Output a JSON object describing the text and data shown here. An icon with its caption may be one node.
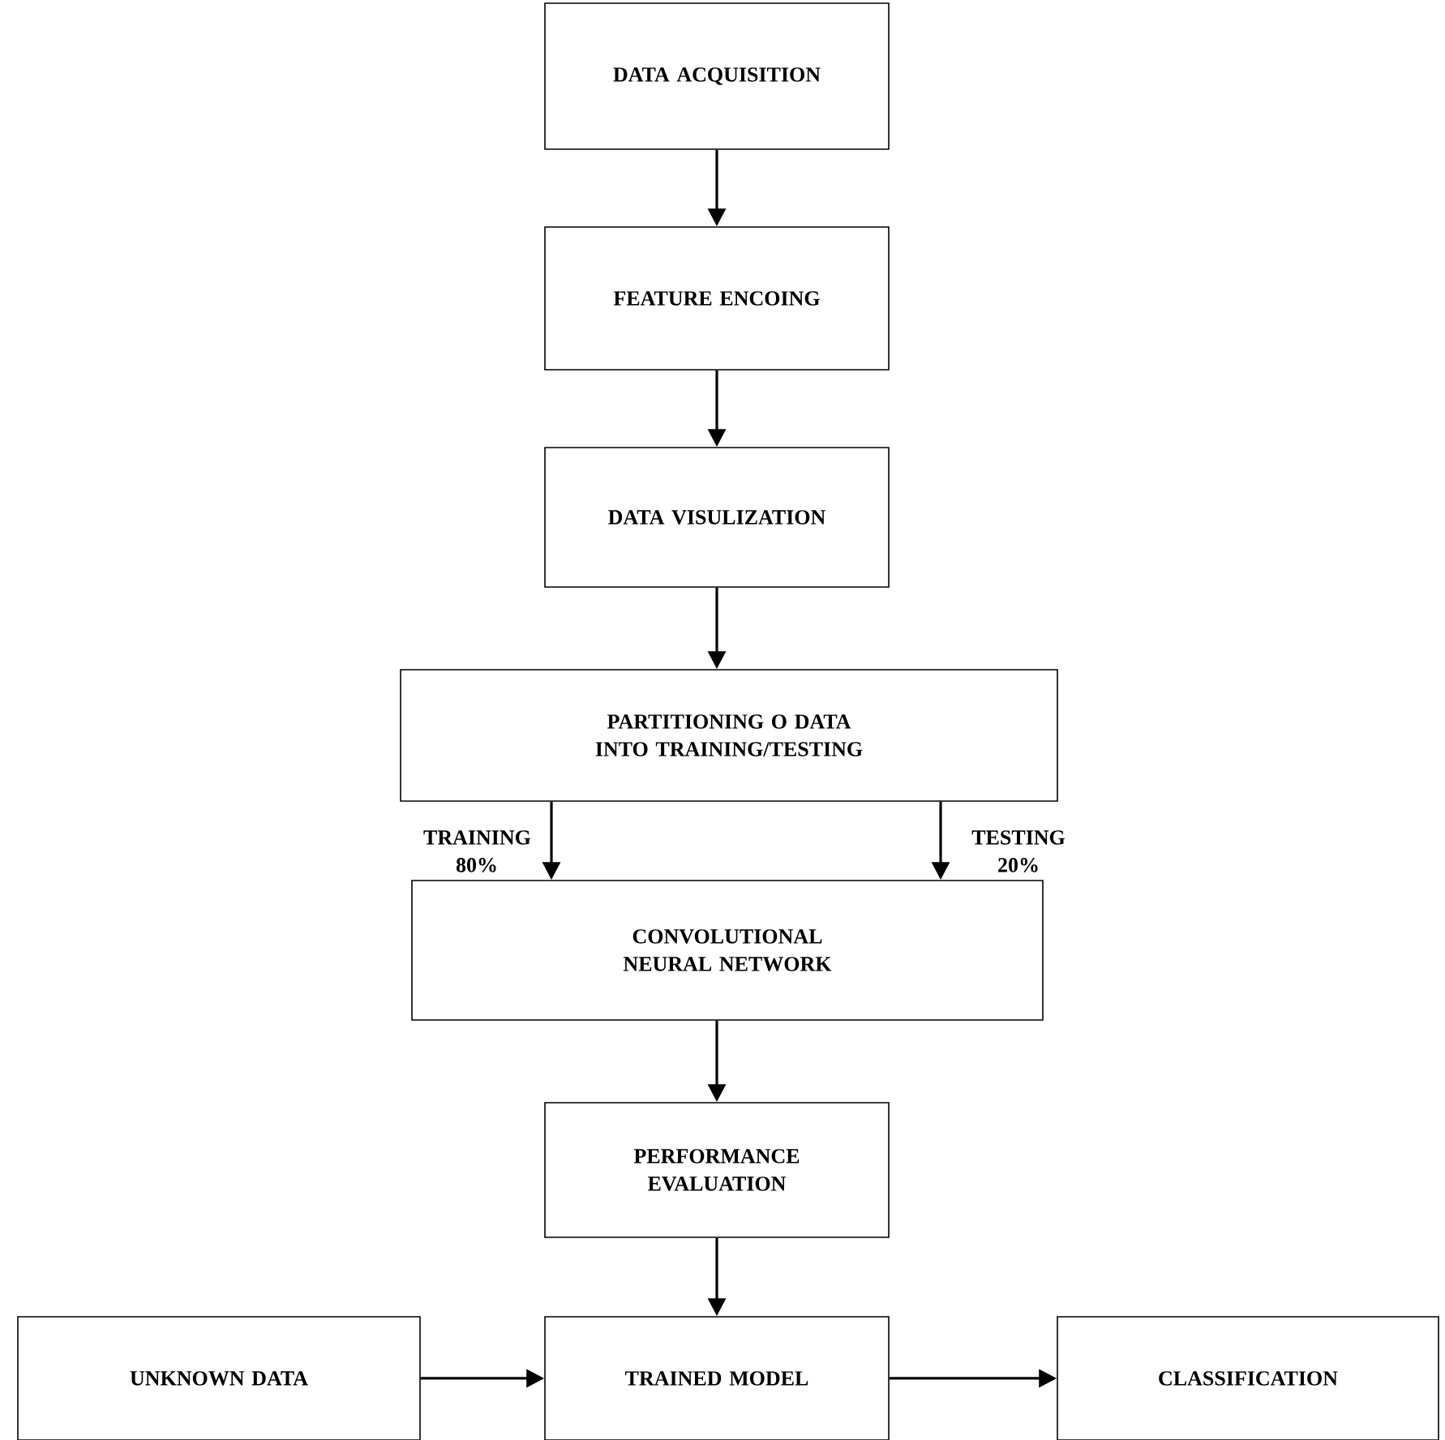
{
  "diagram": {
    "nodes": [
      {
        "text": [
          "DATA ACQUISITION"
        ]
      },
      {
        "text": [
          "FEATURE ENCOING"
        ]
      },
      {
        "text": [
          "DATA VISULIZATION"
        ]
      },
      {
        "text": [
          "PARTITIONING O DATA INTO TRAINING/TESTING"
        ]
      },
      {
        "text": [
          "CONVOLUTIONAL NEURAL NETWORK"
        ]
      },
      {
        "text": [
          "PERFORMANCE EVALUATION"
        ]
      },
      {
        "text": [
          "UNKNOWN DATA"
        ]
      },
      {
        "text": [
          "TRAINED MODEL"
        ]
      },
      {
        "text": [
          "CLASSIFICATION"
        ]
      }
    ],
    "edges": [
      {
        "from": 0,
        "to": 1,
        "arrow": "to"
      },
      {
        "from": 1,
        "to": 2,
        "arrow": "to"
      },
      {
        "from": 2,
        "to": 3,
        "arrow": "to"
      },
      {
        "from": 3,
        "to": 4,
        "arrow": "to",
        "label": "TRAINING 80%"
      },
      {
        "from": 3,
        "to": 4,
        "arrow": "to",
        "label": "TESTING 20%"
      },
      {
        "from": 4,
        "to": 5,
        "arrow": "to"
      },
      {
        "from": 5,
        "to": 7,
        "arrow": "to"
      },
      {
        "from": 6,
        "to": 7,
        "arrow": "to"
      },
      {
        "from": 7,
        "to": 8,
        "arrow": "to"
      }
    ]
  }
}
